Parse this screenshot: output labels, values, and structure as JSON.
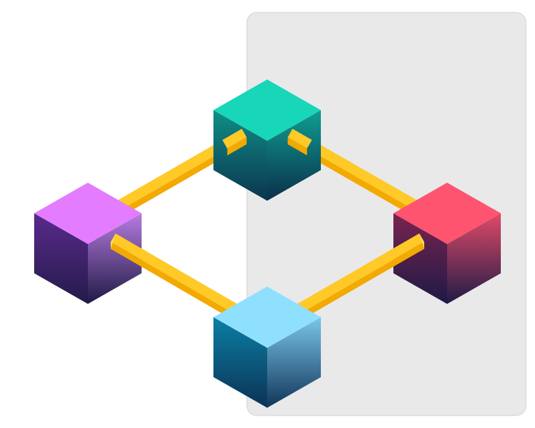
{
  "colors": {
    "page_background": "#ffffff",
    "backdrop_panel": "#e9e9ea",
    "backdrop_panel_border": "#dcdcde",
    "connector_top": "#ffc928",
    "connector_side": "#f2a900",
    "connector_end": "#ffdb5c"
  },
  "nodes": [
    {
      "id": "top",
      "name": "teal",
      "top_face": "#18d6b8",
      "left_face": [
        "#0f8f86",
        "#0b3550"
      ],
      "right_face": [
        "#0f9e92",
        "#0a2f4a"
      ]
    },
    {
      "id": "left",
      "name": "purple",
      "top_face": "#e37cff",
      "left_face": [
        "#5a2a8c",
        "#241a4a"
      ],
      "right_face": [
        "#b77ce0",
        "#1f1a45"
      ]
    },
    {
      "id": "right",
      "name": "red",
      "top_face": "#ff5470",
      "left_face": [
        "#7a2350",
        "#1d1a45"
      ],
      "right_face": [
        "#e04a67",
        "#1e1b46"
      ]
    },
    {
      "id": "bottom",
      "name": "blue",
      "top_face": "#8fe0ff",
      "left_face": [
        "#0b7fa4",
        "#0b3255"
      ],
      "right_face": [
        "#7bc6e8",
        "#10355a"
      ]
    }
  ],
  "connectors": [
    {
      "from": "top",
      "to": "left"
    },
    {
      "from": "top",
      "to": "right"
    },
    {
      "from": "left",
      "to": "bottom"
    },
    {
      "from": "right",
      "to": "bottom"
    }
  ]
}
